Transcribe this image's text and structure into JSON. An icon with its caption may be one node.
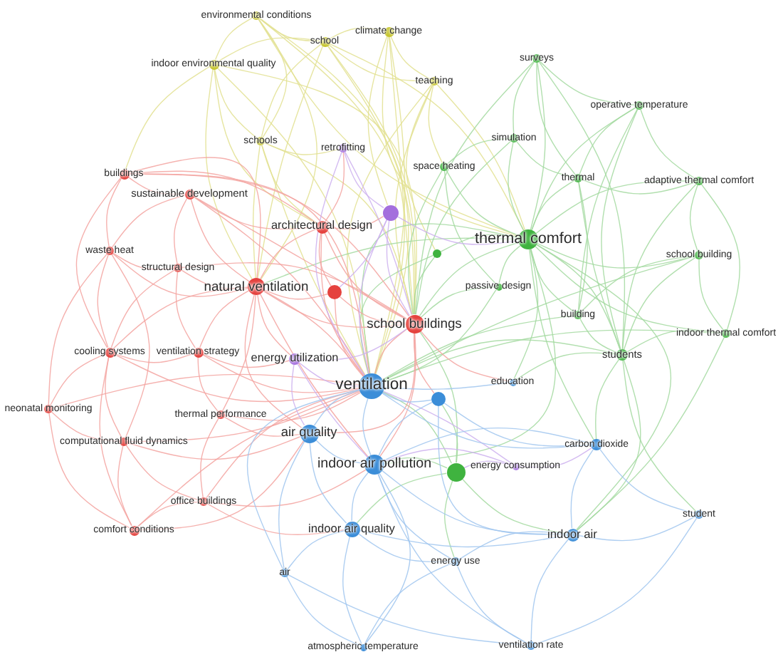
{
  "diagram": {
    "nodes": [
      {
        "text": [
          "environmental conditions"
        ]
      },
      {
        "text": [
          "climate change"
        ]
      },
      {
        "text": [
          "school"
        ]
      },
      {
        "text": [
          "surveys"
        ]
      },
      {
        "text": [
          "indoor environmental quality"
        ]
      },
      {
        "text": [
          "teaching"
        ]
      },
      {
        "text": [
          "operative temperature"
        ]
      },
      {
        "text": [
          "simulation"
        ]
      },
      {
        "text": [
          "schools"
        ]
      },
      {
        "text": [
          "retrofitting"
        ]
      },
      {
        "text": [
          "space heating"
        ]
      },
      {
        "text": [
          "buildings"
        ]
      },
      {
        "text": [
          "thermal"
        ]
      },
      {
        "text": [
          "adaptive thermal comfort"
        ]
      },
      {
        "text": [
          "sustainable development"
        ]
      },
      {
        "text": [],
        "shape": "circle"
      },
      {
        "text": [
          "architectural design"
        ]
      },
      {
        "text": [
          "thermal comfort"
        ]
      },
      {
        "text": [
          "waste heat"
        ]
      },
      {
        "text": [],
        "shape": "circle"
      },
      {
        "text": [
          "school building"
        ]
      },
      {
        "text": [
          "structural design"
        ]
      },
      {
        "text": [
          "natural ventilation"
        ]
      },
      {
        "text": [
          "passive design"
        ]
      },
      {
        "text": [],
        "shape": "circle"
      },
      {
        "text": [
          "building"
        ]
      },
      {
        "text": [
          "school buildings"
        ]
      },
      {
        "text": [
          "indoor thermal comfort"
        ]
      },
      {
        "text": [
          "cooling systems"
        ]
      },
      {
        "text": [
          "ventilation strategy"
        ]
      },
      {
        "text": [
          "students"
        ]
      },
      {
        "text": [
          "energy utilization"
        ]
      },
      {
        "text": [
          "education"
        ]
      },
      {
        "text": [
          "ventilation"
        ]
      },
      {
        "text": [],
        "shape": "circle"
      },
      {
        "text": [
          "neonatal monitoring"
        ]
      },
      {
        "text": [
          "thermal performance"
        ]
      },
      {
        "text": [
          "air quality"
        ]
      },
      {
        "text": [
          "computational fluid dynamics"
        ]
      },
      {
        "text": [
          "carbon dioxide"
        ]
      },
      {
        "text": [
          "indoor air pollution"
        ]
      },
      {
        "text": [
          "energy consumption"
        ]
      },
      {
        "text": [],
        "shape": "circle"
      },
      {
        "text": [
          "office buildings"
        ]
      },
      {
        "text": [
          "student"
        ]
      },
      {
        "text": [
          "indoor air quality"
        ]
      },
      {
        "text": [
          "comfort conditions"
        ]
      },
      {
        "text": [
          "indoor air"
        ]
      },
      {
        "text": [
          "energy use"
        ]
      },
      {
        "text": [
          "air"
        ]
      },
      {
        "text": [
          "atmospheric temperature"
        ]
      },
      {
        "text": [
          "ventilation rate"
        ]
      }
    ],
    "edges": [
      {
        "from": 0,
        "to": 4,
        "arrow": "none",
        "color": "#e2e190"
      },
      {
        "from": 0,
        "to": 2,
        "arrow": "none",
        "color": "#e2e190"
      },
      {
        "from": 0,
        "to": 8,
        "arrow": "none",
        "color": "#e2e190"
      },
      {
        "from": 0,
        "to": 22,
        "arrow": "none",
        "color": "#e2e190"
      },
      {
        "from": 0,
        "to": 26,
        "arrow": "none",
        "color": "#e2e190"
      },
      {
        "from": 0,
        "to": 33,
        "arrow": "none",
        "color": "#e2e190"
      },
      {
        "from": 0,
        "to": 17,
        "arrow": "none",
        "color": "#e2e190"
      },
      {
        "from": 1,
        "to": 2,
        "arrow": "none",
        "color": "#e2e190"
      },
      {
        "from": 1,
        "to": 5,
        "arrow": "none",
        "color": "#e2e190"
      },
      {
        "from": 1,
        "to": 26,
        "arrow": "none",
        "color": "#e2e190"
      },
      {
        "from": 1,
        "to": 33,
        "arrow": "none",
        "color": "#e2e190"
      },
      {
        "from": 1,
        "to": 17,
        "arrow": "none",
        "color": "#e2e190"
      },
      {
        "from": 1,
        "to": 15,
        "arrow": "none",
        "color": "#e2e190"
      },
      {
        "from": 2,
        "to": 4,
        "arrow": "none",
        "color": "#e2e190"
      },
      {
        "from": 2,
        "to": 8,
        "arrow": "none",
        "color": "#e2e190"
      },
      {
        "from": 2,
        "to": 5,
        "arrow": "none",
        "color": "#e2e190"
      },
      {
        "from": 2,
        "to": 26,
        "arrow": "none",
        "color": "#e2e190"
      },
      {
        "from": 2,
        "to": 33,
        "arrow": "none",
        "color": "#e2e190"
      },
      {
        "from": 2,
        "to": 17,
        "arrow": "none",
        "color": "#e2e190"
      },
      {
        "from": 2,
        "to": 22,
        "arrow": "none",
        "color": "#e2e190"
      },
      {
        "from": 4,
        "to": 8,
        "arrow": "none",
        "color": "#e2e190"
      },
      {
        "from": 4,
        "to": 11,
        "arrow": "none",
        "color": "#e2e190"
      },
      {
        "from": 4,
        "to": 22,
        "arrow": "none",
        "color": "#e2e190"
      },
      {
        "from": 4,
        "to": 26,
        "arrow": "none",
        "color": "#e2e190"
      },
      {
        "from": 4,
        "to": 33,
        "arrow": "none",
        "color": "#e2e190"
      },
      {
        "from": 4,
        "to": 16,
        "arrow": "none",
        "color": "#e2e190"
      },
      {
        "from": 5,
        "to": 10,
        "arrow": "none",
        "color": "#e2e190"
      },
      {
        "from": 5,
        "to": 26,
        "arrow": "none",
        "color": "#e2e190"
      },
      {
        "from": 5,
        "to": 33,
        "arrow": "none",
        "color": "#e2e190"
      },
      {
        "from": 5,
        "to": 17,
        "arrow": "none",
        "color": "#e2e190"
      },
      {
        "from": 5,
        "to": 19,
        "arrow": "none",
        "color": "#e2e190"
      },
      {
        "from": 8,
        "to": 9,
        "arrow": "none",
        "color": "#e2e190"
      },
      {
        "from": 8,
        "to": 16,
        "arrow": "none",
        "color": "#e2e190"
      },
      {
        "from": 8,
        "to": 26,
        "arrow": "none",
        "color": "#e2e190"
      },
      {
        "from": 8,
        "to": 33,
        "arrow": "none",
        "color": "#e2e190"
      },
      {
        "from": 8,
        "to": 22,
        "arrow": "none",
        "color": "#e2e190"
      },
      {
        "from": 3,
        "to": 7,
        "arrow": "none",
        "color": "#a3d9a0"
      },
      {
        "from": 3,
        "to": 6,
        "arrow": "none",
        "color": "#a3d9a0"
      },
      {
        "from": 3,
        "to": 17,
        "arrow": "none",
        "color": "#a3d9a0"
      },
      {
        "from": 3,
        "to": 12,
        "arrow": "none",
        "color": "#a3d9a0"
      },
      {
        "from": 3,
        "to": 30,
        "arrow": "none",
        "color": "#a3d9a0"
      },
      {
        "from": 3,
        "to": 26,
        "arrow": "none",
        "color": "#a3d9a0"
      },
      {
        "from": 6,
        "to": 12,
        "arrow": "none",
        "color": "#a3d9a0"
      },
      {
        "from": 6,
        "to": 13,
        "arrow": "none",
        "color": "#a3d9a0"
      },
      {
        "from": 6,
        "to": 17,
        "arrow": "none",
        "color": "#a3d9a0"
      },
      {
        "from": 6,
        "to": 30,
        "arrow": "none",
        "color": "#a3d9a0"
      },
      {
        "from": 6,
        "to": 25,
        "arrow": "none",
        "color": "#a3d9a0"
      },
      {
        "from": 7,
        "to": 10,
        "arrow": "none",
        "color": "#a3d9a0"
      },
      {
        "from": 7,
        "to": 17,
        "arrow": "none",
        "color": "#a3d9a0"
      },
      {
        "from": 7,
        "to": 12,
        "arrow": "none",
        "color": "#a3d9a0"
      },
      {
        "from": 7,
        "to": 26,
        "arrow": "none",
        "color": "#a3d9a0"
      },
      {
        "from": 10,
        "to": 17,
        "arrow": "none",
        "color": "#a3d9a0"
      },
      {
        "from": 10,
        "to": 26,
        "arrow": "none",
        "color": "#a3d9a0"
      },
      {
        "from": 10,
        "to": 23,
        "arrow": "none",
        "color": "#a3d9a0"
      },
      {
        "from": 12,
        "to": 17,
        "arrow": "none",
        "color": "#a3d9a0"
      },
      {
        "from": 12,
        "to": 13,
        "arrow": "none",
        "color": "#a3d9a0"
      },
      {
        "from": 12,
        "to": 25,
        "arrow": "none",
        "color": "#a3d9a0"
      },
      {
        "from": 12,
        "to": 30,
        "arrow": "none",
        "color": "#a3d9a0"
      },
      {
        "from": 13,
        "to": 17,
        "arrow": "none",
        "color": "#a3d9a0"
      },
      {
        "from": 13,
        "to": 20,
        "arrow": "none",
        "color": "#a3d9a0"
      },
      {
        "from": 13,
        "to": 30,
        "arrow": "none",
        "color": "#a3d9a0"
      },
      {
        "from": 13,
        "to": 27,
        "arrow": "none",
        "color": "#a3d9a0"
      },
      {
        "from": 17,
        "to": 26,
        "arrow": "none",
        "color": "#a3d9a0"
      },
      {
        "from": 17,
        "to": 33,
        "arrow": "none",
        "color": "#a3d9a0"
      },
      {
        "from": 17,
        "to": 19,
        "arrow": "none",
        "color": "#a3d9a0"
      },
      {
        "from": 17,
        "to": 23,
        "arrow": "none",
        "color": "#a3d9a0"
      },
      {
        "from": 17,
        "to": 25,
        "arrow": "none",
        "color": "#a3d9a0"
      },
      {
        "from": 17,
        "to": 30,
        "arrow": "none",
        "color": "#a3d9a0"
      },
      {
        "from": 17,
        "to": 20,
        "arrow": "none",
        "color": "#a3d9a0"
      },
      {
        "from": 17,
        "to": 27,
        "arrow": "none",
        "color": "#a3d9a0"
      },
      {
        "from": 17,
        "to": 32,
        "arrow": "none",
        "color": "#a3d9a0"
      },
      {
        "from": 17,
        "to": 22,
        "arrow": "none",
        "color": "#a3d9a0"
      },
      {
        "from": 17,
        "to": 40,
        "arrow": "none",
        "color": "#a3d9a0"
      },
      {
        "from": 17,
        "to": 47,
        "arrow": "none",
        "color": "#a3d9a0"
      },
      {
        "from": 17,
        "to": 39,
        "arrow": "none",
        "color": "#a3d9a0"
      },
      {
        "from": 19,
        "to": 26,
        "arrow": "none",
        "color": "#a3d9a0"
      },
      {
        "from": 19,
        "to": 33,
        "arrow": "none",
        "color": "#a3d9a0"
      },
      {
        "from": 20,
        "to": 30,
        "arrow": "none",
        "color": "#a3d9a0"
      },
      {
        "from": 20,
        "to": 27,
        "arrow": "none",
        "color": "#a3d9a0"
      },
      {
        "from": 20,
        "to": 25,
        "arrow": "none",
        "color": "#a3d9a0"
      },
      {
        "from": 20,
        "to": 33,
        "arrow": "none",
        "color": "#a3d9a0"
      },
      {
        "from": 23,
        "to": 26,
        "arrow": "none",
        "color": "#a3d9a0"
      },
      {
        "from": 23,
        "to": 33,
        "arrow": "none",
        "color": "#a3d9a0"
      },
      {
        "from": 25,
        "to": 30,
        "arrow": "none",
        "color": "#a3d9a0"
      },
      {
        "from": 25,
        "to": 33,
        "arrow": "none",
        "color": "#a3d9a0"
      },
      {
        "from": 27,
        "to": 30,
        "arrow": "none",
        "color": "#a3d9a0"
      },
      {
        "from": 27,
        "to": 47,
        "arrow": "none",
        "color": "#a3d9a0"
      },
      {
        "from": 27,
        "to": 33,
        "arrow": "none",
        "color": "#a3d9a0"
      },
      {
        "from": 30,
        "to": 32,
        "arrow": "none",
        "color": "#a3d9a0"
      },
      {
        "from": 30,
        "to": 39,
        "arrow": "none",
        "color": "#a3d9a0"
      },
      {
        "from": 30,
        "to": 47,
        "arrow": "none",
        "color": "#a3d9a0"
      },
      {
        "from": 30,
        "to": 44,
        "arrow": "none",
        "color": "#a3d9a0"
      },
      {
        "from": 30,
        "to": 33,
        "arrow": "none",
        "color": "#a3d9a0"
      },
      {
        "from": 42,
        "to": 33,
        "arrow": "none",
        "color": "#a3d9a0"
      },
      {
        "from": 42,
        "to": 40,
        "arrow": "none",
        "color": "#a3d9a0"
      },
      {
        "from": 42,
        "to": 26,
        "arrow": "none",
        "color": "#a3d9a0"
      },
      {
        "from": 42,
        "to": 45,
        "arrow": "none",
        "color": "#a3d9a0"
      },
      {
        "from": 42,
        "to": 48,
        "arrow": "none",
        "color": "#a3d9a0"
      },
      {
        "from": 42,
        "to": 47,
        "arrow": "none",
        "color": "#a3d9a0"
      },
      {
        "from": 42,
        "to": 34,
        "arrow": "none",
        "color": "#a3d9a0"
      },
      {
        "from": 11,
        "to": 14,
        "arrow": "none",
        "color": "#f3a3a0"
      },
      {
        "from": 11,
        "to": 18,
        "arrow": "none",
        "color": "#f3a3a0"
      },
      {
        "from": 11,
        "to": 28,
        "arrow": "none",
        "color": "#f3a3a0"
      },
      {
        "from": 11,
        "to": 22,
        "arrow": "none",
        "color": "#f3a3a0"
      },
      {
        "from": 11,
        "to": 16,
        "arrow": "none",
        "color": "#f3a3a0"
      },
      {
        "from": 11,
        "to": 26,
        "arrow": "none",
        "color": "#f3a3a0"
      },
      {
        "from": 11,
        "to": 33,
        "arrow": "none",
        "color": "#f3a3a0"
      },
      {
        "from": 14,
        "to": 16,
        "arrow": "none",
        "color": "#f3a3a0"
      },
      {
        "from": 14,
        "to": 21,
        "arrow": "none",
        "color": "#f3a3a0"
      },
      {
        "from": 14,
        "to": 22,
        "arrow": "none",
        "color": "#f3a3a0"
      },
      {
        "from": 14,
        "to": 26,
        "arrow": "none",
        "color": "#f3a3a0"
      },
      {
        "from": 14,
        "to": 18,
        "arrow": "none",
        "color": "#f3a3a0"
      },
      {
        "from": 14,
        "to": 33,
        "arrow": "none",
        "color": "#f3a3a0"
      },
      {
        "from": 16,
        "to": 22,
        "arrow": "none",
        "color": "#f3a3a0"
      },
      {
        "from": 16,
        "to": 24,
        "arrow": "none",
        "color": "#f3a3a0"
      },
      {
        "from": 16,
        "to": 26,
        "arrow": "none",
        "color": "#f3a3a0"
      },
      {
        "from": 16,
        "to": 15,
        "arrow": "none",
        "color": "#f3a3a0"
      },
      {
        "from": 16,
        "to": 33,
        "arrow": "none",
        "color": "#f3a3a0"
      },
      {
        "from": 16,
        "to": 9,
        "arrow": "none",
        "color": "#f3a3a0"
      },
      {
        "from": 18,
        "to": 21,
        "arrow": "none",
        "color": "#f3a3a0"
      },
      {
        "from": 18,
        "to": 28,
        "arrow": "none",
        "color": "#f3a3a0"
      },
      {
        "from": 18,
        "to": 22,
        "arrow": "none",
        "color": "#f3a3a0"
      },
      {
        "from": 18,
        "to": 35,
        "arrow": "none",
        "color": "#f3a3a0"
      },
      {
        "from": 18,
        "to": 38,
        "arrow": "none",
        "color": "#f3a3a0"
      },
      {
        "from": 21,
        "to": 22,
        "arrow": "none",
        "color": "#f3a3a0"
      },
      {
        "from": 21,
        "to": 29,
        "arrow": "none",
        "color": "#f3a3a0"
      },
      {
        "from": 21,
        "to": 28,
        "arrow": "none",
        "color": "#f3a3a0"
      },
      {
        "from": 21,
        "to": 26,
        "arrow": "none",
        "color": "#f3a3a0"
      },
      {
        "from": 22,
        "to": 24,
        "arrow": "none",
        "color": "#f3a3a0"
      },
      {
        "from": 22,
        "to": 26,
        "arrow": "none",
        "color": "#f3a3a0"
      },
      {
        "from": 22,
        "to": 29,
        "arrow": "none",
        "color": "#f3a3a0"
      },
      {
        "from": 22,
        "to": 31,
        "arrow": "none",
        "color": "#f3a3a0"
      },
      {
        "from": 22,
        "to": 33,
        "arrow": "none",
        "color": "#f3a3a0"
      },
      {
        "from": 22,
        "to": 37,
        "arrow": "none",
        "color": "#f3a3a0"
      },
      {
        "from": 22,
        "to": 36,
        "arrow": "none",
        "color": "#f3a3a0"
      },
      {
        "from": 22,
        "to": 28,
        "arrow": "none",
        "color": "#f3a3a0"
      },
      {
        "from": 22,
        "to": 40,
        "arrow": "none",
        "color": "#f3a3a0"
      },
      {
        "from": 24,
        "to": 26,
        "arrow": "none",
        "color": "#f3a3a0"
      },
      {
        "from": 24,
        "to": 33,
        "arrow": "none",
        "color": "#f3a3a0"
      },
      {
        "from": 26,
        "to": 33,
        "arrow": "none",
        "color": "#f3a3a0"
      },
      {
        "from": 26,
        "to": 34,
        "arrow": "none",
        "color": "#f3a3a0"
      },
      {
        "from": 26,
        "to": 40,
        "arrow": "none",
        "color": "#f3a3a0"
      },
      {
        "from": 26,
        "to": 37,
        "arrow": "none",
        "color": "#f3a3a0"
      },
      {
        "from": 26,
        "to": 32,
        "arrow": "none",
        "color": "#f3a3a0"
      },
      {
        "from": 28,
        "to": 29,
        "arrow": "none",
        "color": "#f3a3a0"
      },
      {
        "from": 28,
        "to": 35,
        "arrow": "none",
        "color": "#f3a3a0"
      },
      {
        "from": 28,
        "to": 38,
        "arrow": "none",
        "color": "#f3a3a0"
      },
      {
        "from": 28,
        "to": 46,
        "arrow": "none",
        "color": "#f3a3a0"
      },
      {
        "from": 28,
        "to": 33,
        "arrow": "none",
        "color": "#f3a3a0"
      },
      {
        "from": 29,
        "to": 36,
        "arrow": "none",
        "color": "#f3a3a0"
      },
      {
        "from": 29,
        "to": 33,
        "arrow": "none",
        "color": "#f3a3a0"
      },
      {
        "from": 29,
        "to": 31,
        "arrow": "none",
        "color": "#f3a3a0"
      },
      {
        "from": 35,
        "to": 38,
        "arrow": "none",
        "color": "#f3a3a0"
      },
      {
        "from": 35,
        "to": 46,
        "arrow": "none",
        "color": "#f3a3a0"
      },
      {
        "from": 35,
        "to": 33,
        "arrow": "none",
        "color": "#f3a3a0"
      },
      {
        "from": 36,
        "to": 37,
        "arrow": "none",
        "color": "#f3a3a0"
      },
      {
        "from": 36,
        "to": 33,
        "arrow": "none",
        "color": "#f3a3a0"
      },
      {
        "from": 36,
        "to": 43,
        "arrow": "none",
        "color": "#f3a3a0"
      },
      {
        "from": 38,
        "to": 43,
        "arrow": "none",
        "color": "#f3a3a0"
      },
      {
        "from": 38,
        "to": 46,
        "arrow": "none",
        "color": "#f3a3a0"
      },
      {
        "from": 38,
        "to": 37,
        "arrow": "none",
        "color": "#f3a3a0"
      },
      {
        "from": 38,
        "to": 33,
        "arrow": "none",
        "color": "#f3a3a0"
      },
      {
        "from": 43,
        "to": 46,
        "arrow": "none",
        "color": "#f3a3a0"
      },
      {
        "from": 43,
        "to": 45,
        "arrow": "none",
        "color": "#f3a3a0"
      },
      {
        "from": 43,
        "to": 33,
        "arrow": "none",
        "color": "#f3a3a0"
      },
      {
        "from": 43,
        "to": 40,
        "arrow": "none",
        "color": "#f3a3a0"
      },
      {
        "from": 46,
        "to": 33,
        "arrow": "none",
        "color": "#f3a3a0"
      },
      {
        "from": 46,
        "to": 37,
        "arrow": "none",
        "color": "#f3a3a0"
      },
      {
        "from": 9,
        "to": 15,
        "arrow": "none",
        "color": "#cdb0ef"
      },
      {
        "from": 9,
        "to": 26,
        "arrow": "none",
        "color": "#cdb0ef"
      },
      {
        "from": 9,
        "to": 33,
        "arrow": "none",
        "color": "#cdb0ef"
      },
      {
        "from": 15,
        "to": 26,
        "arrow": "none",
        "color": "#cdb0ef"
      },
      {
        "from": 15,
        "to": 33,
        "arrow": "none",
        "color": "#cdb0ef"
      },
      {
        "from": 15,
        "to": 17,
        "arrow": "none",
        "color": "#cdb0ef"
      },
      {
        "from": 15,
        "to": 24,
        "arrow": "none",
        "color": "#cdb0ef"
      },
      {
        "from": 31,
        "to": 33,
        "arrow": "none",
        "color": "#cdb0ef"
      },
      {
        "from": 31,
        "to": 37,
        "arrow": "none",
        "color": "#cdb0ef"
      },
      {
        "from": 31,
        "to": 40,
        "arrow": "none",
        "color": "#cdb0ef"
      },
      {
        "from": 31,
        "to": 26,
        "arrow": "none",
        "color": "#cdb0ef"
      },
      {
        "from": 41,
        "to": 33,
        "arrow": "none",
        "color": "#cdb0ef"
      },
      {
        "from": 41,
        "to": 40,
        "arrow": "none",
        "color": "#cdb0ef"
      },
      {
        "from": 41,
        "to": 42,
        "arrow": "none",
        "color": "#cdb0ef"
      },
      {
        "from": 41,
        "to": 39,
        "arrow": "none",
        "color": "#cdb0ef"
      },
      {
        "from": 33,
        "to": 34,
        "arrow": "none",
        "color": "#a0c6ee"
      },
      {
        "from": 33,
        "to": 37,
        "arrow": "none",
        "color": "#a0c6ee"
      },
      {
        "from": 33,
        "to": 40,
        "arrow": "none",
        "color": "#a0c6ee"
      },
      {
        "from": 33,
        "to": 39,
        "arrow": "none",
        "color": "#a0c6ee"
      },
      {
        "from": 33,
        "to": 32,
        "arrow": "none",
        "color": "#a0c6ee"
      },
      {
        "from": 33,
        "to": 49,
        "arrow": "none",
        "color": "#a0c6ee"
      },
      {
        "from": 34,
        "to": 40,
        "arrow": "none",
        "color": "#a0c6ee"
      },
      {
        "from": 34,
        "to": 39,
        "arrow": "none",
        "color": "#a0c6ee"
      },
      {
        "from": 34,
        "to": 47,
        "arrow": "none",
        "color": "#a0c6ee"
      },
      {
        "from": 37,
        "to": 40,
        "arrow": "none",
        "color": "#a0c6ee"
      },
      {
        "from": 37,
        "to": 45,
        "arrow": "none",
        "color": "#a0c6ee"
      },
      {
        "from": 37,
        "to": 49,
        "arrow": "none",
        "color": "#a0c6ee"
      },
      {
        "from": 39,
        "to": 47,
        "arrow": "none",
        "color": "#a0c6ee"
      },
      {
        "from": 39,
        "to": 44,
        "arrow": "none",
        "color": "#a0c6ee"
      },
      {
        "from": 39,
        "to": 40,
        "arrow": "none",
        "color": "#a0c6ee"
      },
      {
        "from": 40,
        "to": 45,
        "arrow": "none",
        "color": "#a0c6ee"
      },
      {
        "from": 40,
        "to": 47,
        "arrow": "none",
        "color": "#a0c6ee"
      },
      {
        "from": 40,
        "to": 48,
        "arrow": "none",
        "color": "#a0c6ee"
      },
      {
        "from": 40,
        "to": 51,
        "arrow": "none",
        "color": "#a0c6ee"
      },
      {
        "from": 45,
        "to": 49,
        "arrow": "none",
        "color": "#a0c6ee"
      },
      {
        "from": 45,
        "to": 48,
        "arrow": "none",
        "color": "#a0c6ee"
      },
      {
        "from": 45,
        "to": 50,
        "arrow": "none",
        "color": "#a0c6ee"
      },
      {
        "from": 45,
        "to": 47,
        "arrow": "none",
        "color": "#a0c6ee"
      },
      {
        "from": 47,
        "to": 48,
        "arrow": "none",
        "color": "#a0c6ee"
      },
      {
        "from": 47,
        "to": 51,
        "arrow": "none",
        "color": "#a0c6ee"
      },
      {
        "from": 47,
        "to": 44,
        "arrow": "none",
        "color": "#a0c6ee"
      },
      {
        "from": 48,
        "to": 51,
        "arrow": "none",
        "color": "#a0c6ee"
      },
      {
        "from": 48,
        "to": 50,
        "arrow": "none",
        "color": "#a0c6ee"
      },
      {
        "from": 49,
        "to": 50,
        "arrow": "none",
        "color": "#a0c6ee"
      },
      {
        "from": 49,
        "to": 51,
        "arrow": "none",
        "color": "#a0c6ee"
      },
      {
        "from": 51,
        "to": 44,
        "arrow": "none",
        "color": "#a0c6ee"
      },
      {
        "from": 50,
        "to": 40,
        "arrow": "none",
        "color": "#a0c6ee"
      }
    ]
  }
}
